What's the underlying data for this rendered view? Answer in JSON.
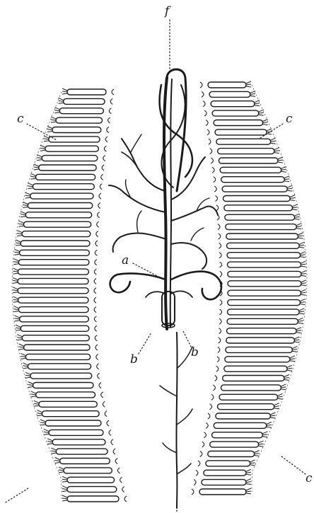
{
  "figure": {
    "ink_color": "#1a1a1a",
    "paper_color": "#ffffff",
    "labels": {
      "f": "f",
      "c_left": "c",
      "c_right": "c",
      "c_lower_right": "c",
      "a": "a",
      "b_left": "b",
      "b_right": "b"
    }
  }
}
